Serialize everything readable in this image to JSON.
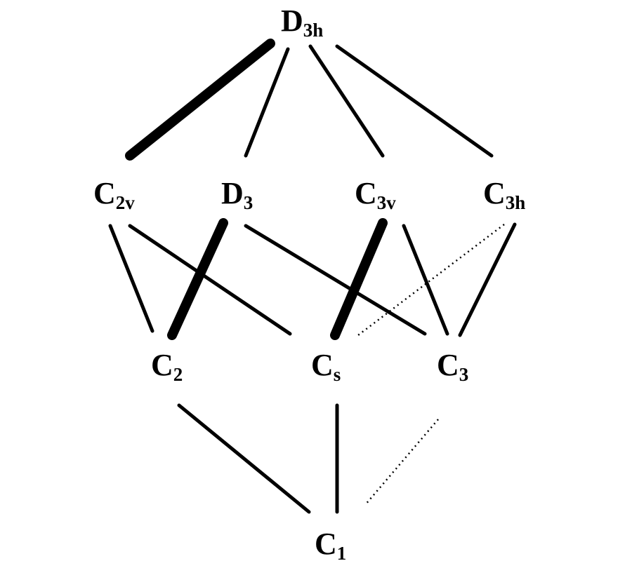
{
  "diagram": {
    "colors": {
      "background": "#ffffff",
      "line": "#000000",
      "text": "#000000"
    },
    "nodes": [
      {
        "id": "D3h",
        "letter": "D",
        "subscript": "3h"
      },
      {
        "id": "C2v",
        "letter": "C",
        "subscript": "2v"
      },
      {
        "id": "D3",
        "letter": "D",
        "subscript": "3"
      },
      {
        "id": "C3v",
        "letter": "C",
        "subscript": "3v"
      },
      {
        "id": "C3h",
        "letter": "C",
        "subscript": "3h"
      },
      {
        "id": "C2",
        "letter": "C",
        "subscript": "2"
      },
      {
        "id": "Cs",
        "letter": "C",
        "subscript": "s"
      },
      {
        "id": "C3",
        "letter": "C",
        "subscript": "3"
      },
      {
        "id": "C1",
        "letter": "C",
        "subscript": "1"
      }
    ],
    "edges": [
      {
        "from": "D3h",
        "to": "C2v",
        "style": "thick"
      },
      {
        "from": "D3h",
        "to": "D3",
        "style": "normal"
      },
      {
        "from": "D3h",
        "to": "C3v",
        "style": "normal"
      },
      {
        "from": "D3h",
        "to": "C3h",
        "style": "normal"
      },
      {
        "from": "C2v",
        "to": "C2",
        "style": "normal"
      },
      {
        "from": "C2v",
        "to": "Cs",
        "style": "normal"
      },
      {
        "from": "D3",
        "to": "C2",
        "style": "thick"
      },
      {
        "from": "D3",
        "to": "C3",
        "style": "normal"
      },
      {
        "from": "C3v",
        "to": "Cs",
        "style": "thick"
      },
      {
        "from": "C3v",
        "to": "C3",
        "style": "normal"
      },
      {
        "from": "C3h",
        "to": "Cs",
        "style": "dotted"
      },
      {
        "from": "C3h",
        "to": "C3",
        "style": "normal"
      },
      {
        "from": "C2",
        "to": "C1",
        "style": "normal"
      },
      {
        "from": "Cs",
        "to": "C1",
        "style": "normal"
      },
      {
        "from": "C3",
        "to": "C1",
        "style": "dotted"
      }
    ]
  }
}
